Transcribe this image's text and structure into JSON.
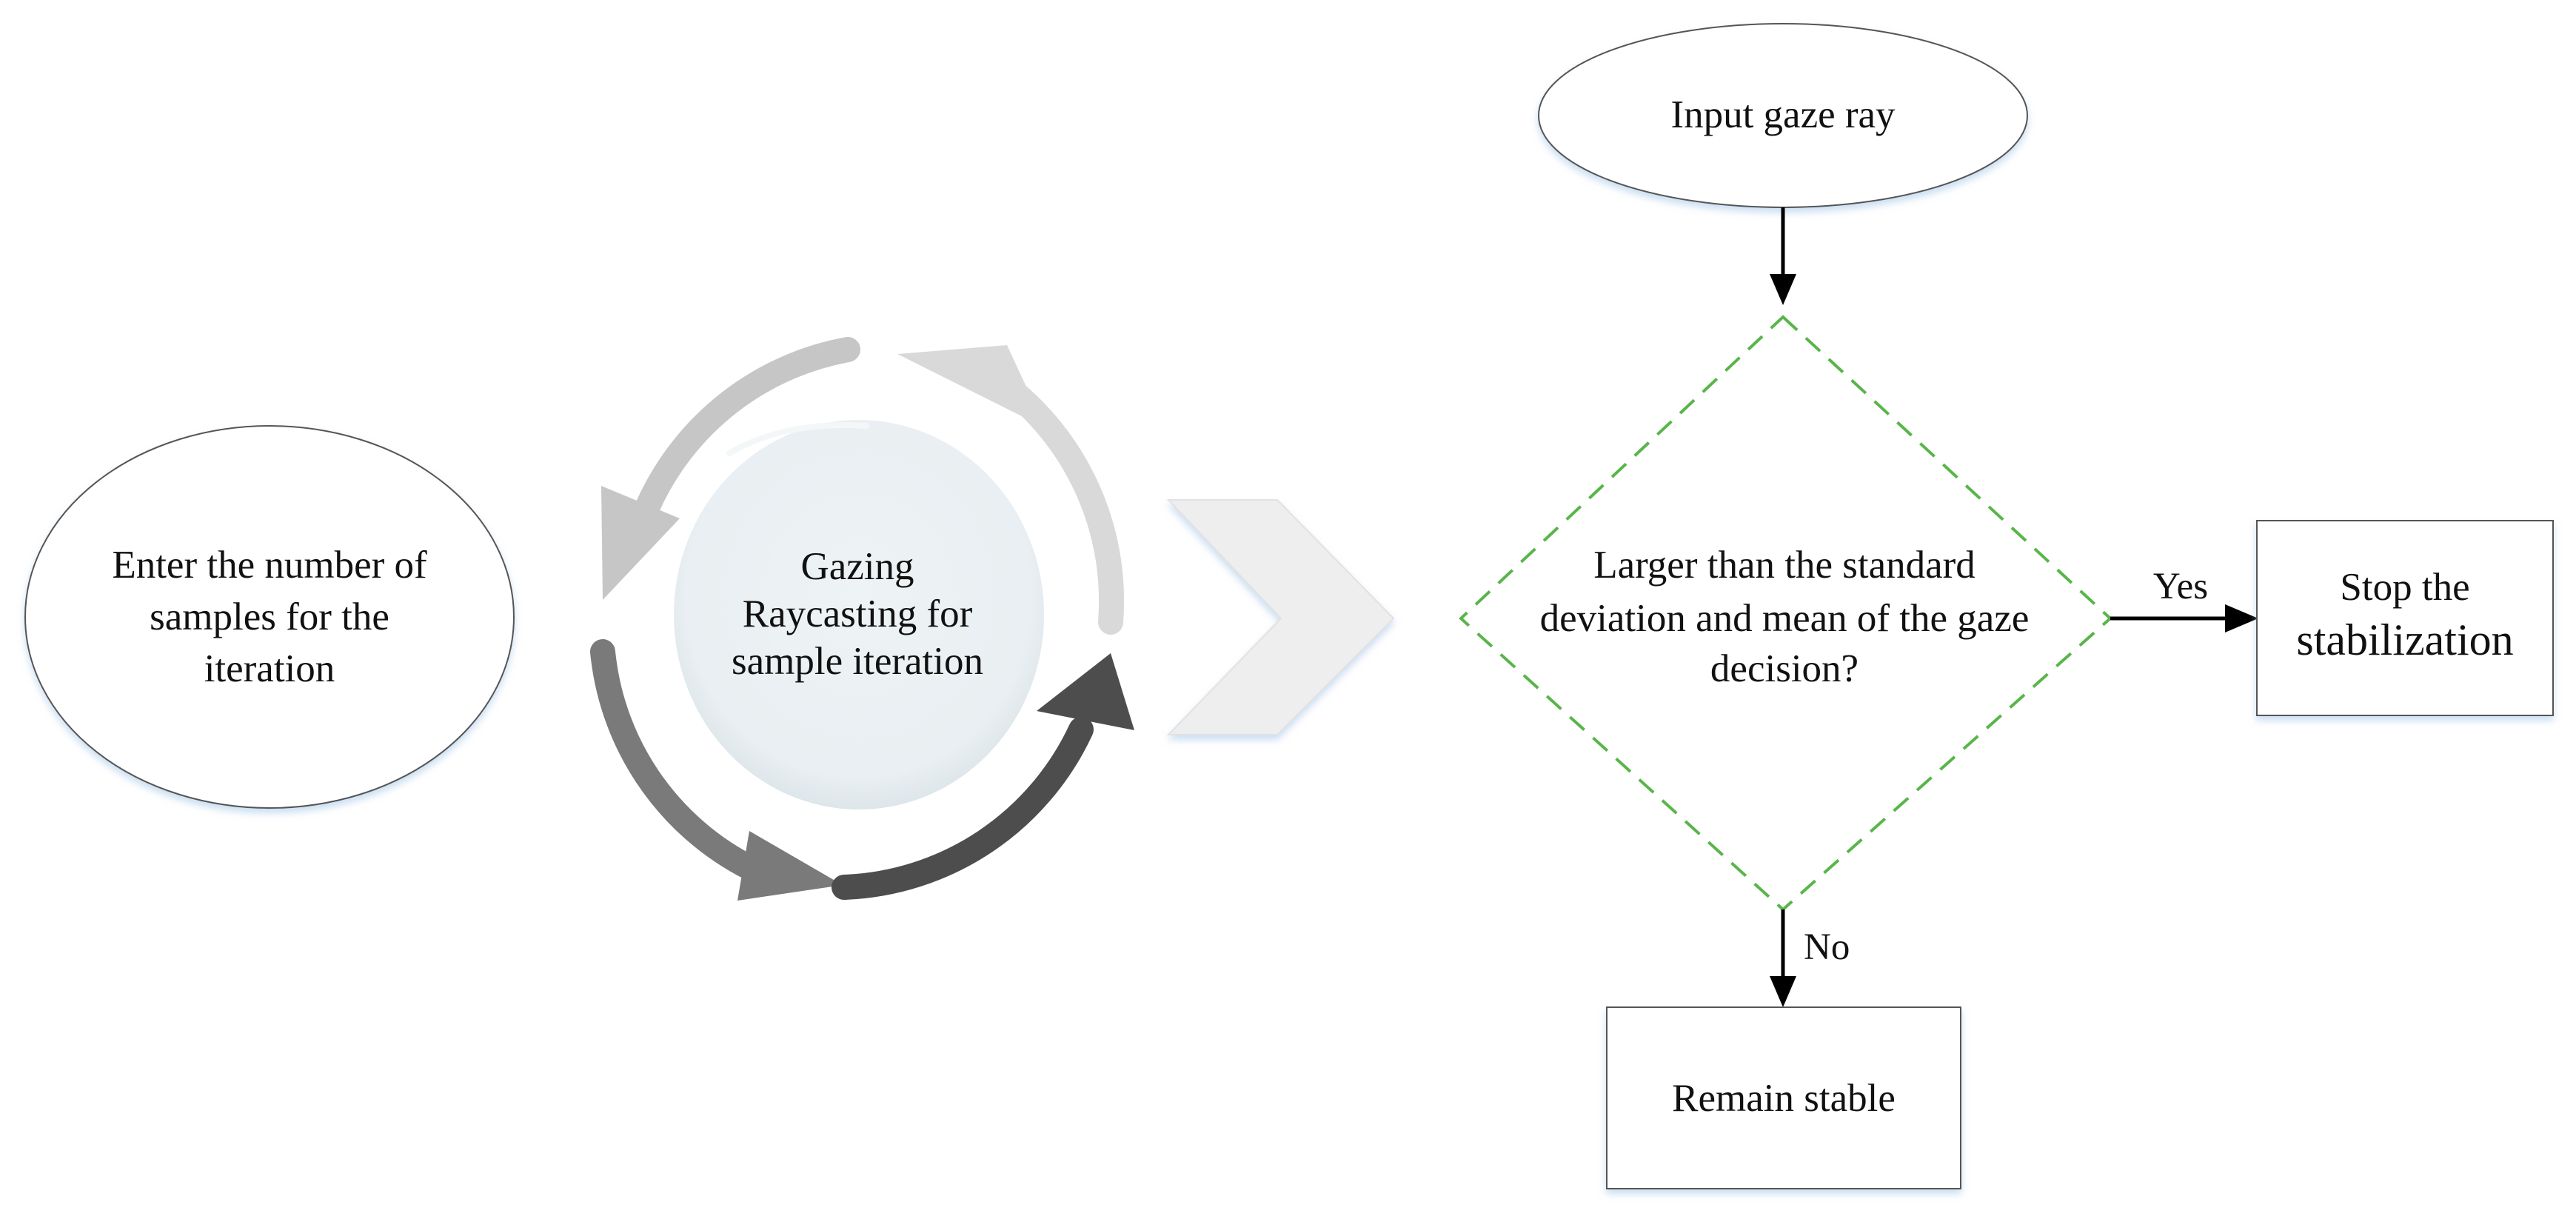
{
  "diagram": {
    "input_node": {
      "line1": "Enter the number of",
      "line2": "samples for the",
      "line3": "iteration"
    },
    "cycle_center": {
      "line1": "Gazing",
      "line2": "Raycasting for",
      "line3": "sample iteration"
    },
    "start_node": "Input gaze ray",
    "decision": {
      "line1": "Larger than the standard",
      "line2": "deviation and mean of the gaze",
      "line3": "decision?"
    },
    "yes_label": "Yes",
    "no_label": "No",
    "stop_box": {
      "line1": "Stop the",
      "line2": "stabilization"
    },
    "remain_box": "Remain stable",
    "colors": {
      "decision_border": "#59b54a",
      "node_border": "#555555",
      "cycle_center_fill": "#edf2f4",
      "arrow_dark": "#4d4d4d",
      "arrow_mid": "#7a7a7a",
      "arrow_light": "#c6c6c6",
      "arrow_lightest": "#d9d9d9",
      "chevron_fill": "#eeeeee"
    }
  }
}
